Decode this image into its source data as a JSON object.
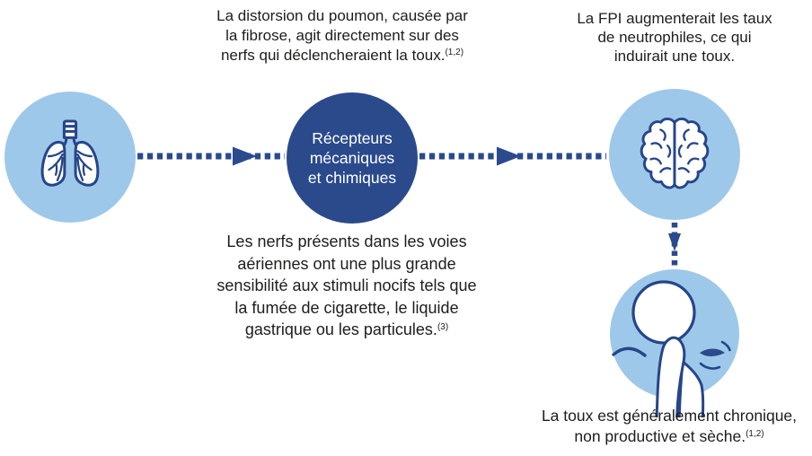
{
  "colors": {
    "light_blue": "#9ec8e9",
    "navy": "#2a4a8c",
    "icon_stroke": "#26458a",
    "text": "#1d1d1b",
    "white": "#ffffff"
  },
  "icons": {
    "lungs": "lungs-icon",
    "brain": "brain-icon",
    "cough": "coughing-person-icon",
    "arrows": "dotted-arrow-icon"
  },
  "nodes": {
    "receptors_circle": {
      "lines": [
        "Récepteurs",
        "mécaniques",
        "et chimiques"
      ]
    }
  },
  "captions": {
    "top_left": {
      "lines": [
        "La distorsion du poumon, causée par",
        "la fibrose, agit directement sur des",
        "nerfs qui déclencheraient la toux."
      ],
      "sup": "(1,2)"
    },
    "top_right": {
      "lines": [
        "La FPI augmenterait les taux",
        "de neutrophiles, ce qui",
        "induirait une toux."
      ]
    },
    "bottom_middle": {
      "lines": [
        "Les nerfs présents dans les voies",
        "aériennes ont une plus grande",
        "sensibilité aux stimuli nocifs tels que",
        "la fumée de cigarette, le liquide",
        "gastrique ou les particules."
      ],
      "sup": "(3)"
    },
    "bottom_right": {
      "lines": [
        "La toux est généralement chronique,",
        "non productive et sèche."
      ],
      "sup": "(1,2)"
    }
  }
}
